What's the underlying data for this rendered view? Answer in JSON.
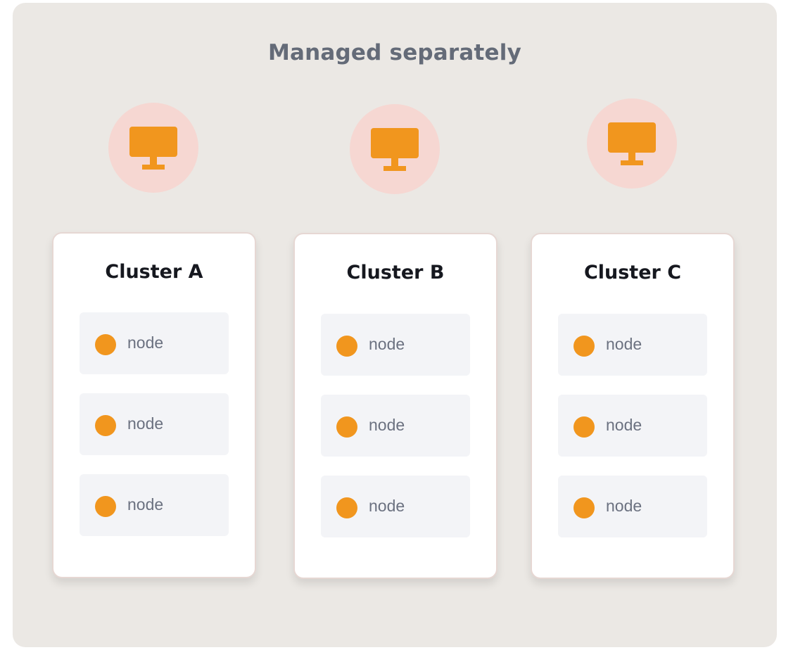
{
  "title": "Managed separately",
  "colors": {
    "panel_background": "#ebe8e4",
    "title_color": "#646b78",
    "monitor_circle": "#f6d7d2",
    "monitor_icon": "#f1961e",
    "node_dot": "#f1961e",
    "node_box": "#f3f4f7",
    "card_border": "#e6d7d3"
  },
  "monitors": [
    {
      "icon": "monitor-icon"
    },
    {
      "icon": "monitor-icon"
    },
    {
      "icon": "monitor-icon"
    }
  ],
  "clusters": [
    {
      "name": "Cluster A",
      "nodes": [
        {
          "label": "node"
        },
        {
          "label": "node"
        },
        {
          "label": "node"
        }
      ]
    },
    {
      "name": "Cluster B",
      "nodes": [
        {
          "label": "node"
        },
        {
          "label": "node"
        },
        {
          "label": "node"
        }
      ]
    },
    {
      "name": "Cluster C",
      "nodes": [
        {
          "label": "node"
        },
        {
          "label": "node"
        },
        {
          "label": "node"
        }
      ]
    }
  ]
}
